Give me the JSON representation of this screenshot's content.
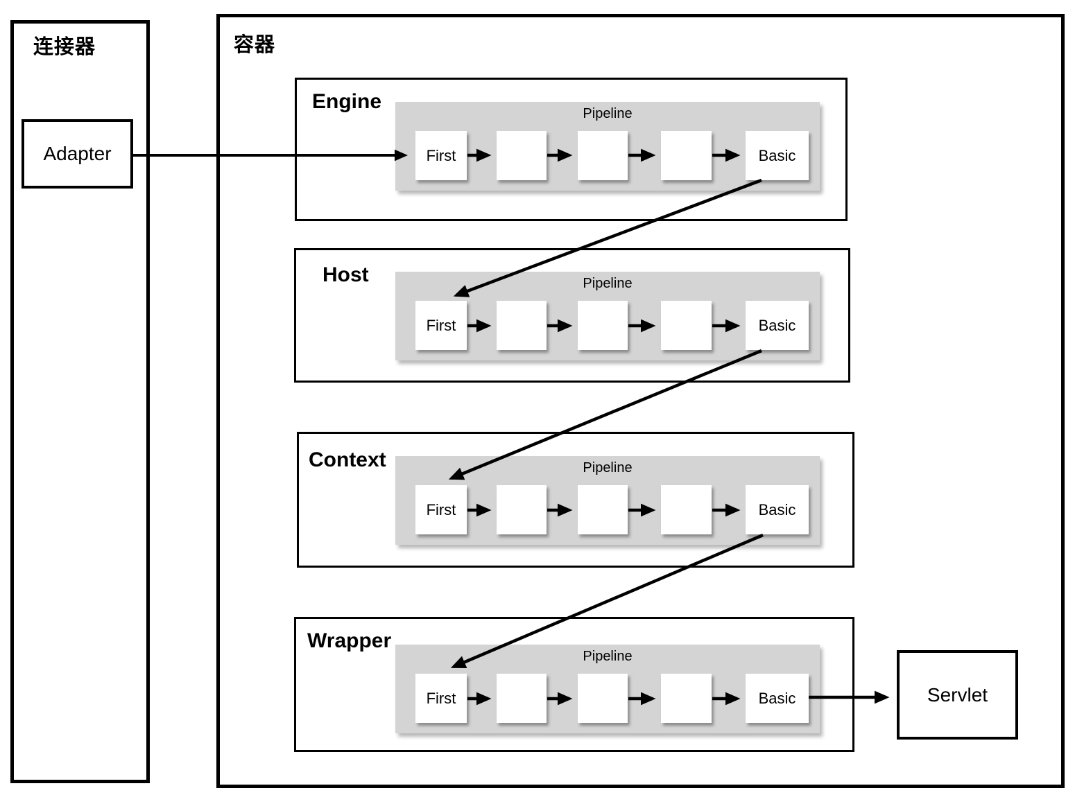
{
  "connector_panel": {
    "title": "连接器",
    "adapter_label": "Adapter"
  },
  "container_panel": {
    "title": "容器"
  },
  "sections": [
    {
      "label": "Engine"
    },
    {
      "label": "Host"
    },
    {
      "label": "Context"
    },
    {
      "label": "Wrapper"
    }
  ],
  "pipeline": {
    "title": "Pipeline",
    "first_label": "First",
    "basic_label": "Basic",
    "empty_valve_slots": 3
  },
  "servlet": {
    "label": "Servlet"
  },
  "colors": {
    "line": "#000000",
    "pipeline_bg": "#d4d4d4",
    "node_bg": "#ffffff"
  }
}
